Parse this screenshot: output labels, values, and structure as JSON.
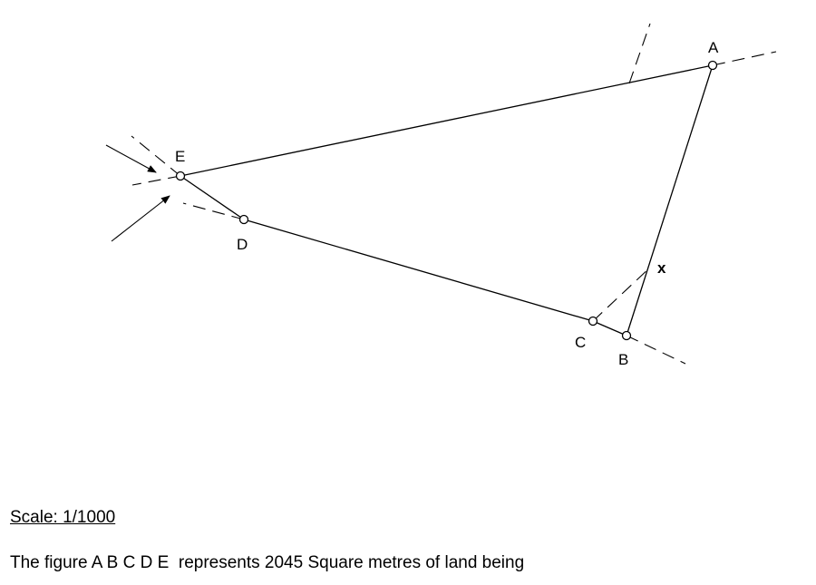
{
  "diagram": {
    "points": {
      "A": "A",
      "B": "B",
      "C": "C",
      "D": "D",
      "E": "E",
      "X": "x"
    }
  },
  "caption": {
    "scale": "Scale: 1/1000",
    "description": "The figure A B C D E  represents 2045 Square metres of land being"
  }
}
